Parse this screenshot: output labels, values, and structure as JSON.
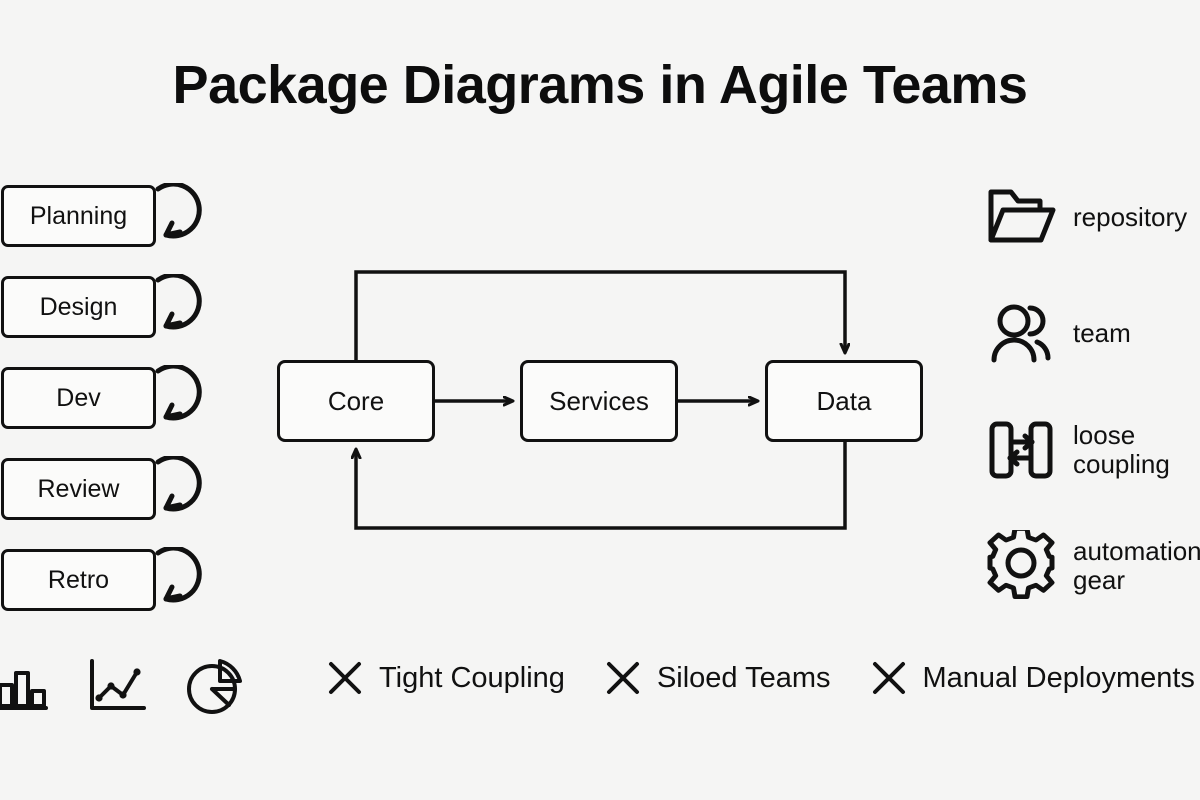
{
  "page": {
    "title": "Package Diagrams in Agile Teams",
    "background_color": "#f5f5f4",
    "stroke_color": "#111111"
  },
  "phases": {
    "items": [
      {
        "label": "Planning",
        "loop_icon": "self-loop-arrow-icon"
      },
      {
        "label": "Design",
        "loop_icon": "self-loop-arrow-icon"
      },
      {
        "label": "Dev",
        "loop_icon": "self-loop-arrow-icon"
      },
      {
        "label": "Review",
        "loop_icon": "self-loop-arrow-icon"
      },
      {
        "label": "Retro",
        "loop_icon": "self-loop-arrow-icon"
      }
    ]
  },
  "flow": {
    "packages": [
      {
        "id": "core",
        "label": "Core"
      },
      {
        "id": "services",
        "label": "Services"
      },
      {
        "id": "data",
        "label": "Data"
      }
    ],
    "connections": [
      {
        "from": "core",
        "to": "services",
        "style": "straight-arrow"
      },
      {
        "from": "services",
        "to": "data",
        "style": "straight-arrow"
      },
      {
        "from": "core",
        "to": "data",
        "style": "top-routed-arrow"
      },
      {
        "from": "data",
        "to": "core",
        "style": "bottom-routed-arrow"
      }
    ]
  },
  "legend": {
    "items": [
      {
        "icon": "folder-icon",
        "label": "repository"
      },
      {
        "icon": "team-people-icon",
        "label": "team"
      },
      {
        "icon": "loose-coupling-icon",
        "label": "loose\ncoupling"
      },
      {
        "icon": "gear-icon",
        "label": "automation\ngear"
      }
    ]
  },
  "bottom": {
    "chart_icons": [
      {
        "icon": "bar-chart-icon"
      },
      {
        "icon": "line-chart-icon"
      },
      {
        "icon": "pie-chart-icon"
      }
    ],
    "antipatterns": [
      {
        "icon": "x-mark-icon",
        "label": "Tight Coupling"
      },
      {
        "icon": "x-mark-icon",
        "label": "Siloed Teams"
      },
      {
        "icon": "x-mark-icon",
        "label": "Manual Deployments"
      }
    ]
  }
}
